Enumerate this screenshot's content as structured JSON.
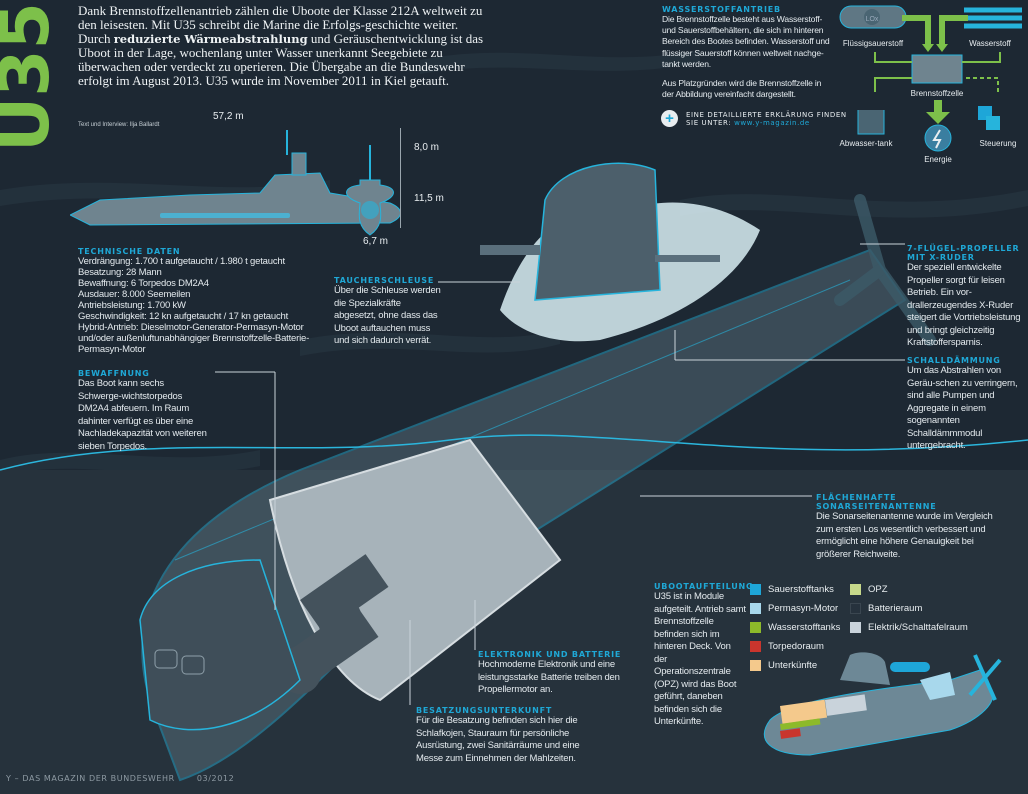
{
  "logo": {
    "text": "U35",
    "color": "#7dc04a"
  },
  "intro": {
    "before": "Dank Brennstoffzellenantrieb zählen die Uboote der Klasse 212A weltweit zu den leisesten. Mit U35 schreibt die Marine die Erfolgs-geschichte weiter. Durch ",
    "bold": "reduzierte Wärmeabstrahlung",
    "after": " und Geräuschentwicklung ist das Uboot in der Lage, wochenlang unter Wasser unerkannt Seegebiete zu überwachen oder verdeckt zu operieren. Die Übergabe an die Bundeswehr erfolgt im August 2013. U35 wurde im November 2011 in Kiel getauft."
  },
  "credit": "Text und Interview: Ilja Ballardt",
  "dimensions": {
    "length": "57,2 m",
    "height_top": "8,0 m",
    "height_hull": "11,5 m",
    "width": "6,7 m"
  },
  "tech": {
    "heading": "Technische Daten",
    "lines": [
      "Verdrängung: 1.700 t aufgetaucht / 1.980 t getaucht",
      "Besatzung: 28 Mann",
      "Bewaffnung: 6 Torpedos DM2A4",
      "Ausdauer: 8.000 Seemeilen",
      "Antriebsleistung: 1.700 kW",
      "Geschwindigkeit: 12 kn aufgetaucht / 17 kn getaucht",
      "Hybrid-Antrieb: Dieselmotor-Generator-Permasyn-Motor",
      "und/oder außenluftunabhängiger Brennstoffzelle-Batterie-",
      "Permasyn-Motor"
    ]
  },
  "callouts": {
    "bewaffnung": {
      "heading": "Bewaffnung",
      "text": "Das Boot kann sechs Schwerge-wichtstorpedos DM2A4 abfeuern. Im Raum dahinter verfügt es über eine Nachladekapazität von weiteren sieben Torpedos."
    },
    "taucherschleuse": {
      "heading": "Taucherschleuse",
      "text": "Über die Schleuse werden die Spezialkräfte abgesetzt, ohne dass das Uboot auftauchen muss und sich dadurch verrät."
    },
    "propeller": {
      "heading": "7-Flügel-Propeller mit X-Ruder",
      "text": "Der speziell entwickelte Propeller sorgt für leisen Betrieb. Ein vor-drallerzeugendes X-Ruder steigert die Vortriebsleistung und bringt gleichzeitig Kraftstoffersparnis."
    },
    "schalldaemmung": {
      "heading": "Schalldämmung",
      "text": "Um das Abstrahlen von Geräu-schen zu verringern, sind alle Pumpen und Aggregate in einem sogenannten Schalldämmmodul untergebracht."
    },
    "sonar": {
      "heading": "Flächenhafte Sonarseitenantenne",
      "text": "Die Sonarseitenantenne wurde im Vergleich zum ersten Los wesentlich verbessert und ermöglicht eine höhere Genauigkeit bei größerer Reichweite."
    },
    "elektronik": {
      "heading": "Elektronik und Batterie",
      "text": "Hochmoderne Elektronik und eine leistungsstarke Batterie treiben den Propellermotor an."
    },
    "besatzung": {
      "heading": "Besatzungsunterkunft",
      "text": "Für die Besatzung befinden sich hier die Schlafkojen, Stauraum für persönliche Ausrüstung, zwei Sanitärräume und eine Messe zum Einnehmen der Mahlzeiten."
    }
  },
  "hydrogen": {
    "heading": "Wasserstoffantrieb",
    "text1": "Die Brennstoffzelle besteht aus Wasserstoff- und Sauerstoffbehältern, die sich im hinteren Bereich des Bootes befinden. Wasserstoff und flüssiger Sauerstoff können weltweit nachge-tankt werden.",
    "text2": "Aus Platzgründen wird die Brennstoffzelle in der Abbildung vereinfacht dargestellt.",
    "more_line1": "EINE DETAILLIERTE ERKLÄRUNG FINDEN",
    "more_line2": "SIE UNTER:",
    "url": "www.y-magazin.de",
    "diagram": {
      "lox": "LOx",
      "oxygen": "Flüssigsauerstoff",
      "hydrogen": "Wasserstoff",
      "fuelcell": "Brennstoffzelle",
      "wastewater": "Abwasser-tank",
      "energy": "Energie",
      "control": "Steuerung"
    }
  },
  "division": {
    "heading": "Ubootaufteilung",
    "text": "U35 ist in Module aufgeteilt. Antrieb samt Brennstoffzelle befinden sich im hinteren Deck. Von der Operationszentrale (OPZ) wird das Boot geführt, daneben befinden sich die Unterkünfte.",
    "legend": [
      {
        "label": "Sauerstofftanks",
        "color": "#1ea6d8"
      },
      {
        "label": "Permasyn-Motor",
        "color": "#a8d8ec"
      },
      {
        "label": "Wasserstofftanks",
        "color": "#8dba2a"
      },
      {
        "label": "Torpedoraum",
        "color": "#c9352d"
      },
      {
        "label": "Unterkünfte",
        "color": "#f4c98c"
      },
      {
        "label": "OPZ",
        "color": "#c7d98b"
      },
      {
        "label": "Batterieraum",
        "color": "#26323d"
      },
      {
        "label": "Elektrik/Schalttafelraum",
        "color": "#c9d3db"
      }
    ]
  },
  "footer": {
    "magazine": "Y – DAS MAGAZIN DER BUNDESWEHR",
    "issue": "03/2012"
  }
}
